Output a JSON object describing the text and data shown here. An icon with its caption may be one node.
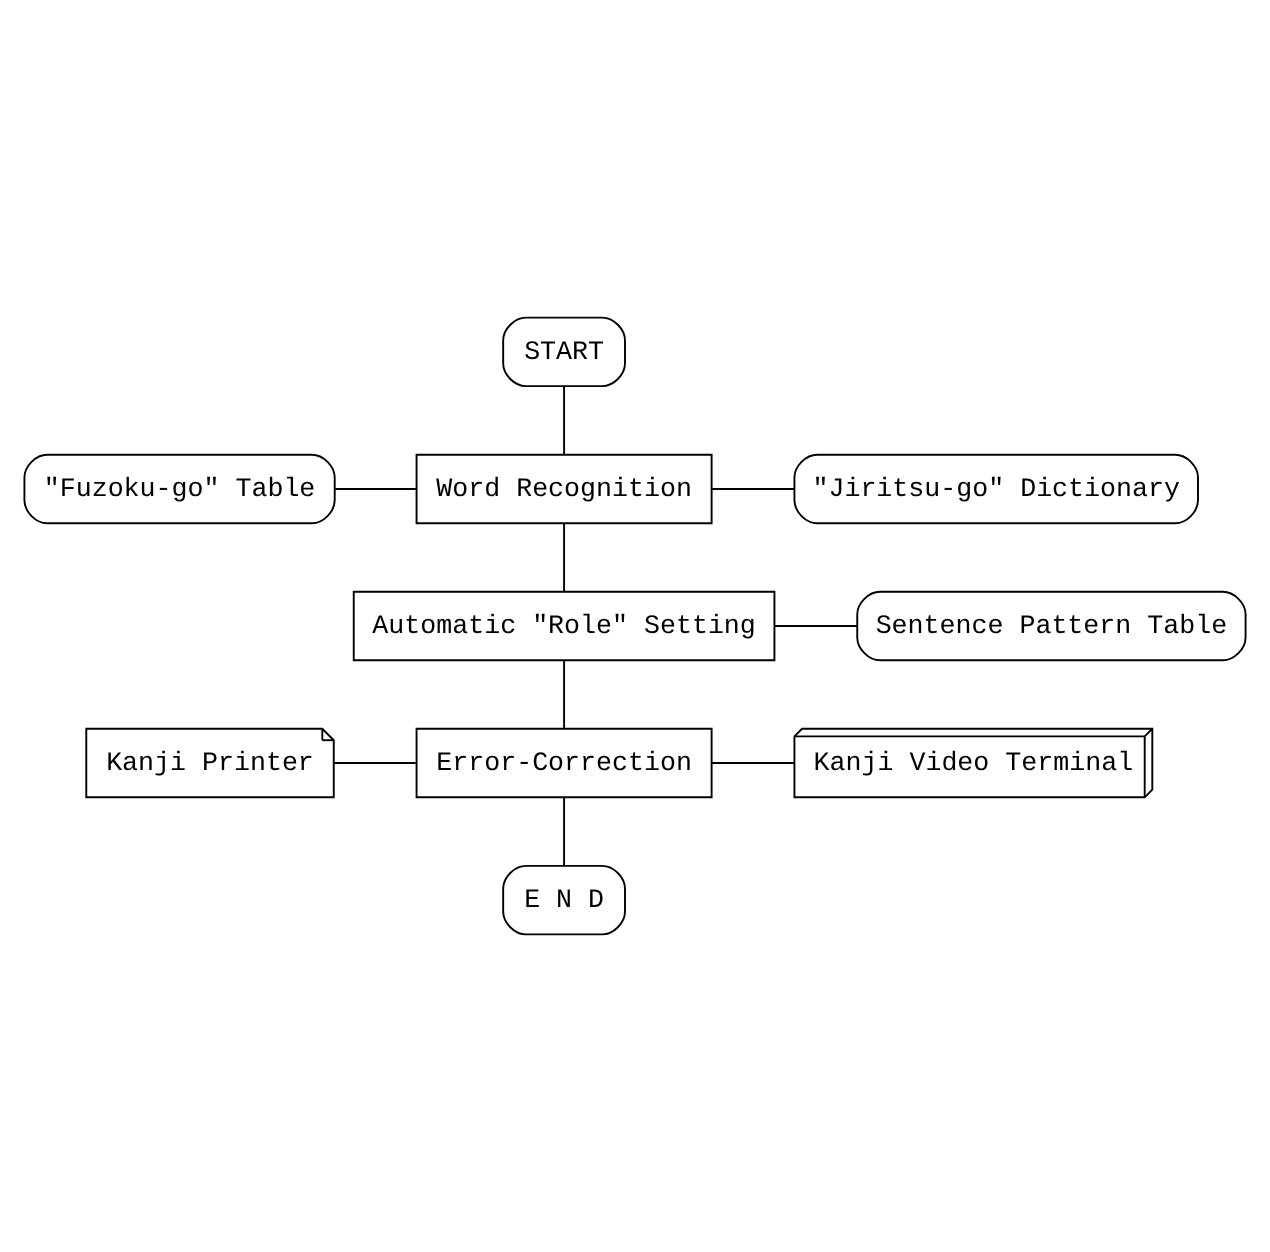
{
  "diagram": {
    "nodes": [
      {
        "text": [
          "START"
        ]
      },
      {
        "text": [
          "\"Fuzoku-go\" Table"
        ]
      },
      {
        "text": [
          "Word Recognition"
        ]
      },
      {
        "text": [
          "\"Jiritsu-go\" Dictionary"
        ]
      },
      {
        "text": [
          "Automatic \"Role\" Setting"
        ]
      },
      {
        "text": [
          "Sentence Pattern Table"
        ]
      },
      {
        "text": [
          "Kanji Printer"
        ]
      },
      {
        "text": [
          "Error-Correction"
        ]
      },
      {
        "text": [
          "Kanji Video Terminal"
        ]
      },
      {
        "text": [
          "E N D"
        ]
      }
    ],
    "edges": [
      {
        "from": 0,
        "to": 2,
        "arrow": "none"
      },
      {
        "from": 1,
        "to": 2,
        "arrow": "none"
      },
      {
        "from": 2,
        "to": 3,
        "arrow": "none"
      },
      {
        "from": 2,
        "to": 4,
        "arrow": "none"
      },
      {
        "from": 4,
        "to": 5,
        "arrow": "none"
      },
      {
        "from": 4,
        "to": 7,
        "arrow": "none"
      },
      {
        "from": 6,
        "to": 7,
        "arrow": "none"
      },
      {
        "from": 7,
        "to": 8,
        "arrow": "none"
      },
      {
        "from": 7,
        "to": 9,
        "arrow": "none"
      }
    ]
  }
}
